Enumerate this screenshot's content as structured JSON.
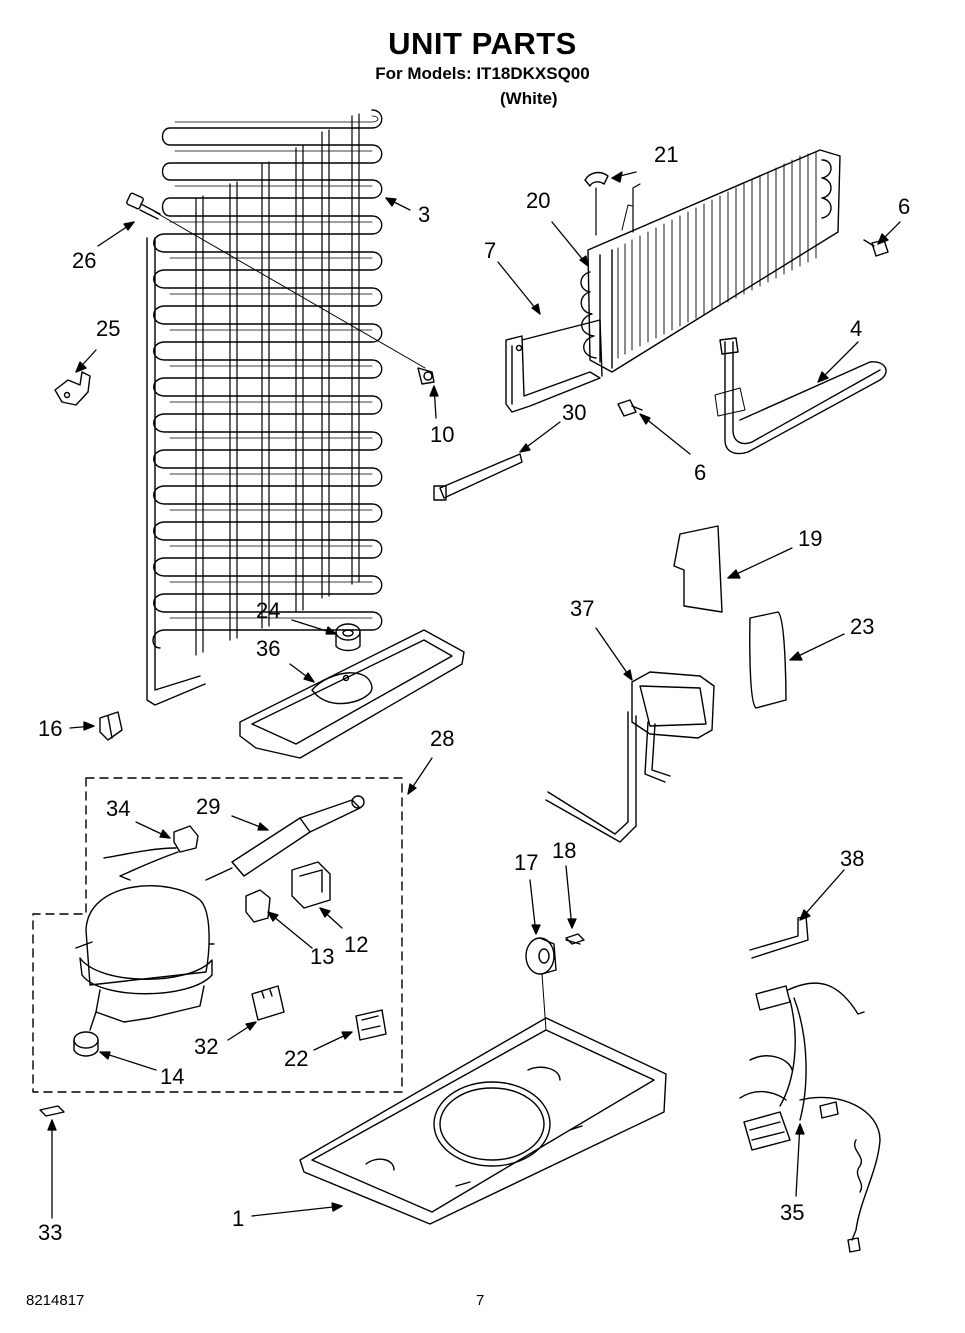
{
  "header": {
    "title": "UNIT PARTS",
    "models_line": "For Models: IT18DKXSQ00",
    "variant": "(White)"
  },
  "footer": {
    "doc_number": "8214817",
    "page_number": "7"
  },
  "callouts": [
    "1",
    "3",
    "4",
    "6",
    "6",
    "7",
    "10",
    "12",
    "13",
    "14",
    "16",
    "17",
    "18",
    "19",
    "20",
    "21",
    "22",
    "23",
    "24",
    "25",
    "26",
    "28",
    "29",
    "30",
    "32",
    "33",
    "34",
    "35",
    "36",
    "37",
    "38"
  ],
  "line_color": "#000000",
  "part_names": [
    "condenser-coil",
    "evaporator",
    "defrost-heater",
    "evaporator-bracket",
    "compressor",
    "machine-compartment-pan",
    "wiring-harness",
    "cabinet-tube",
    "drain-pan",
    "insulation-pads",
    "compressor-kit-outline",
    "dryer",
    "relay",
    "overload",
    "capacitor"
  ]
}
